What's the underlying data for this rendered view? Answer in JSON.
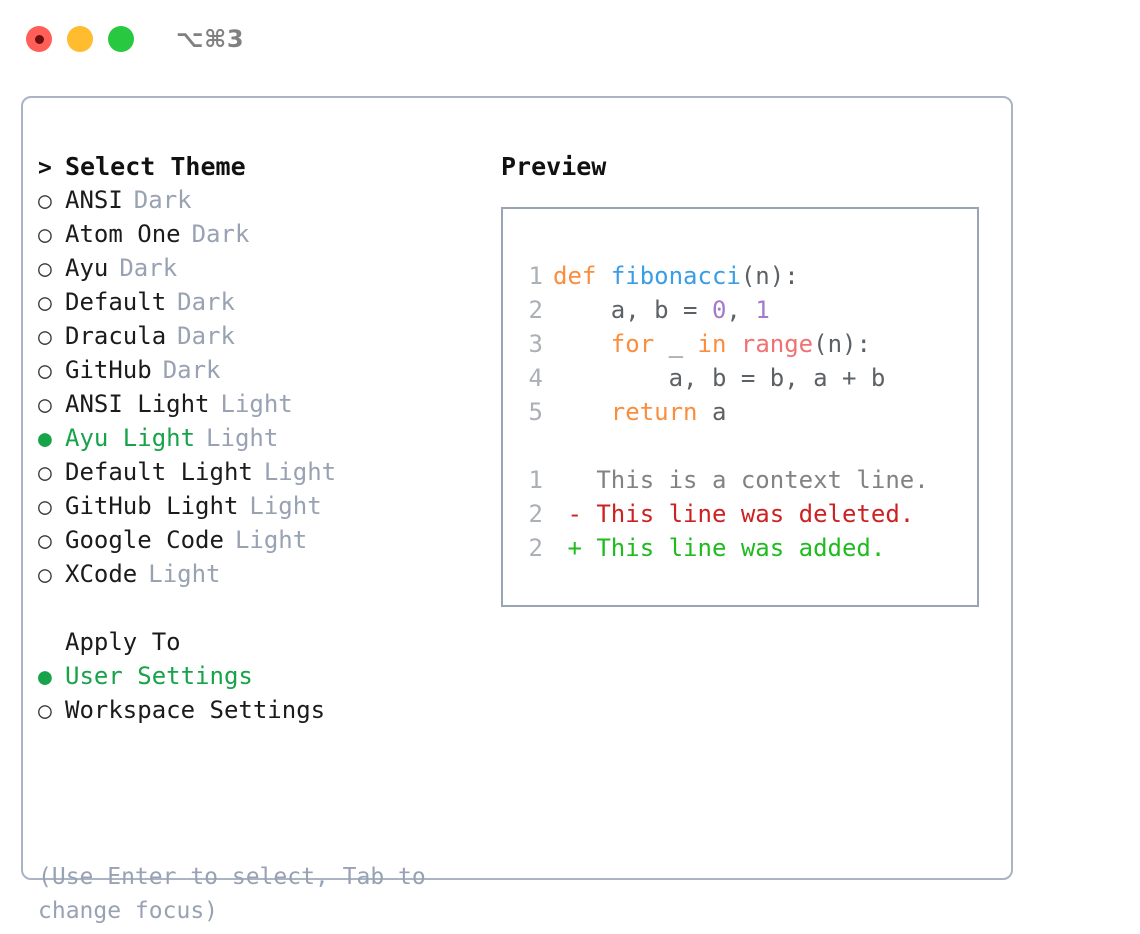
{
  "titlebar": {
    "shortcut": "⌥⌘3",
    "buttons": [
      {
        "name": "close",
        "color": "#ff5f57"
      },
      {
        "name": "minimize",
        "color": "#febc2e"
      },
      {
        "name": "maximize",
        "color": "#28c840"
      }
    ]
  },
  "theme_picker": {
    "heading_marker": ">",
    "heading": "Select Theme",
    "items": [
      {
        "marker": "○",
        "name": "ANSI",
        "badge": "Dark",
        "selected": false
      },
      {
        "marker": "○",
        "name": "Atom One",
        "badge": "Dark",
        "selected": false
      },
      {
        "marker": "○",
        "name": "Ayu",
        "badge": "Dark",
        "selected": false
      },
      {
        "marker": "○",
        "name": "Default",
        "badge": "Dark",
        "selected": false
      },
      {
        "marker": "○",
        "name": "Dracula",
        "badge": "Dark",
        "selected": false
      },
      {
        "marker": "○",
        "name": "GitHub",
        "badge": "Dark",
        "selected": false
      },
      {
        "marker": "○",
        "name": "ANSI Light",
        "badge": "Light",
        "selected": false
      },
      {
        "marker": "●",
        "name": "Ayu Light",
        "badge": "Light",
        "selected": true
      },
      {
        "marker": "○",
        "name": "Default Light",
        "badge": "Light",
        "selected": false
      },
      {
        "marker": "○",
        "name": "GitHub Light",
        "badge": "Light",
        "selected": false
      },
      {
        "marker": "○",
        "name": "Google Code",
        "badge": "Light",
        "selected": false
      },
      {
        "marker": "○",
        "name": "XCode",
        "badge": "Light",
        "selected": false
      }
    ]
  },
  "apply_to": {
    "heading": "Apply To",
    "items": [
      {
        "marker": "●",
        "name": "User Settings",
        "selected": true
      },
      {
        "marker": "○",
        "name": "Workspace Settings",
        "selected": false
      }
    ]
  },
  "hint": "(Use Enter to select, Tab to change focus)",
  "preview": {
    "title": "Preview",
    "code_lines": [
      {
        "gutter": "1",
        "tokens": [
          {
            "t": "def",
            "c": "kw"
          },
          {
            "t": " ",
            "c": "txt"
          },
          {
            "t": "fibonacci",
            "c": "fn"
          },
          {
            "t": "(n):",
            "c": "txt"
          }
        ]
      },
      {
        "gutter": "2",
        "tokens": [
          {
            "t": "    a, b = ",
            "c": "txt"
          },
          {
            "t": "0",
            "c": "num"
          },
          {
            "t": ", ",
            "c": "txt"
          },
          {
            "t": "1",
            "c": "num"
          }
        ]
      },
      {
        "gutter": "3",
        "tokens": [
          {
            "t": "    ",
            "c": "txt"
          },
          {
            "t": "for",
            "c": "kw"
          },
          {
            "t": " _ ",
            "c": "txt"
          },
          {
            "t": "in",
            "c": "kw"
          },
          {
            "t": " ",
            "c": "txt"
          },
          {
            "t": "range",
            "c": "call"
          },
          {
            "t": "(n):",
            "c": "txt"
          }
        ]
      },
      {
        "gutter": "4",
        "tokens": [
          {
            "t": "        a, b = b, a + b",
            "c": "txt"
          }
        ]
      },
      {
        "gutter": "5",
        "tokens": [
          {
            "t": "    ",
            "c": "txt"
          },
          {
            "t": "return",
            "c": "kw"
          },
          {
            "t": " a",
            "c": "txt"
          }
        ]
      },
      {
        "gutter": "",
        "tokens": []
      },
      {
        "gutter": "1",
        "tokens": [
          {
            "t": "   This is a context line.",
            "c": "ctx"
          }
        ]
      },
      {
        "gutter": "2",
        "tokens": [
          {
            "t": " - This line was deleted.",
            "c": "del"
          }
        ]
      },
      {
        "gutter": "2",
        "tokens": [
          {
            "t": " + This line was added.",
            "c": "add"
          }
        ]
      }
    ]
  },
  "colors": {
    "accent_green": "#16a34a",
    "badge_gray": "#98a2b3",
    "border": "#aab4c2",
    "keyword_orange": "#fa8d3e",
    "function_blue": "#399ee6",
    "number_purple": "#a37acc",
    "call_red": "#f07171",
    "diff_deleted": "#cc2222",
    "diff_added": "#1fbb1f"
  }
}
